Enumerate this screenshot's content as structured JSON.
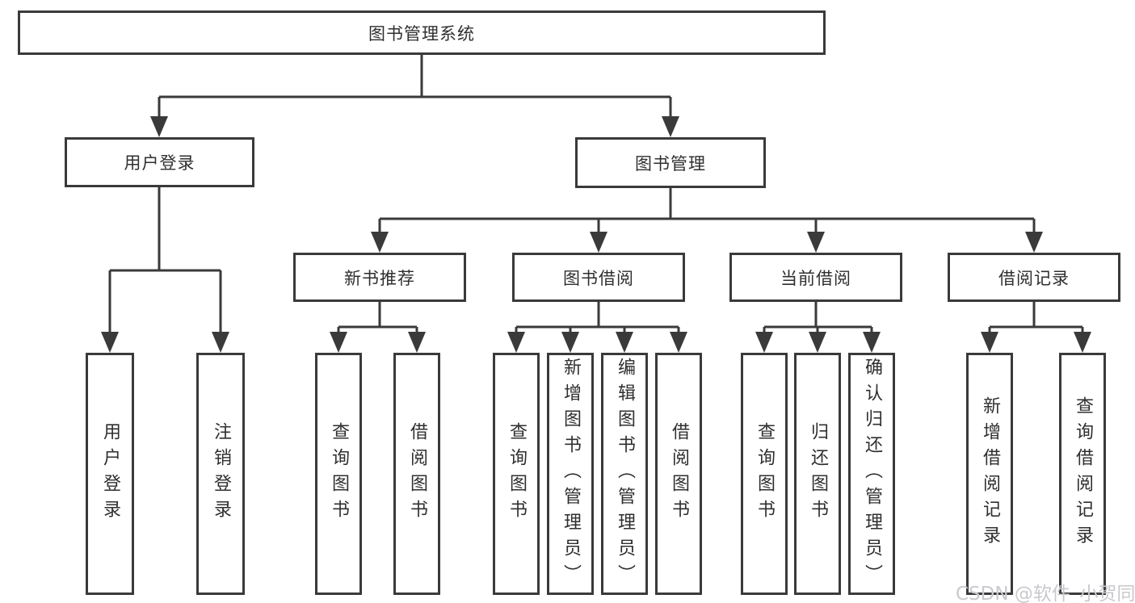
{
  "page": {
    "background": "#ffffff"
  },
  "diagram": {
    "type": "tree-structure-chart",
    "line_color": "#3a3a3a",
    "root": {
      "label": "图书管理系统"
    },
    "level2": [
      {
        "label": "用户登录",
        "children": [
          {
            "label": "用户登录"
          },
          {
            "label": "注销登录"
          }
        ]
      },
      {
        "label": "图书管理",
        "children": [
          {
            "label": "新书推荐",
            "children": [
              {
                "label": "查询图书"
              },
              {
                "label": "借阅图书"
              }
            ]
          },
          {
            "label": "图书借阅",
            "children": [
              {
                "label": "查询图书"
              },
              {
                "label": "新增图书（管理员）"
              },
              {
                "label": "编辑图书（管理员）"
              },
              {
                "label": "借阅图书"
              }
            ]
          },
          {
            "label": "当前借阅",
            "children": [
              {
                "label": "查询图书"
              },
              {
                "label": "归还图书"
              },
              {
                "label": "确认归还（管理员）"
              }
            ]
          },
          {
            "label": "借阅记录",
            "children": [
              {
                "label": "新增借阅记录"
              },
              {
                "label": "查询借阅记录"
              }
            ]
          }
        ]
      }
    ]
  },
  "watermark": {
    "text": "CSDN @软件_小贺同学",
    "color": "#c9c9ce"
  }
}
